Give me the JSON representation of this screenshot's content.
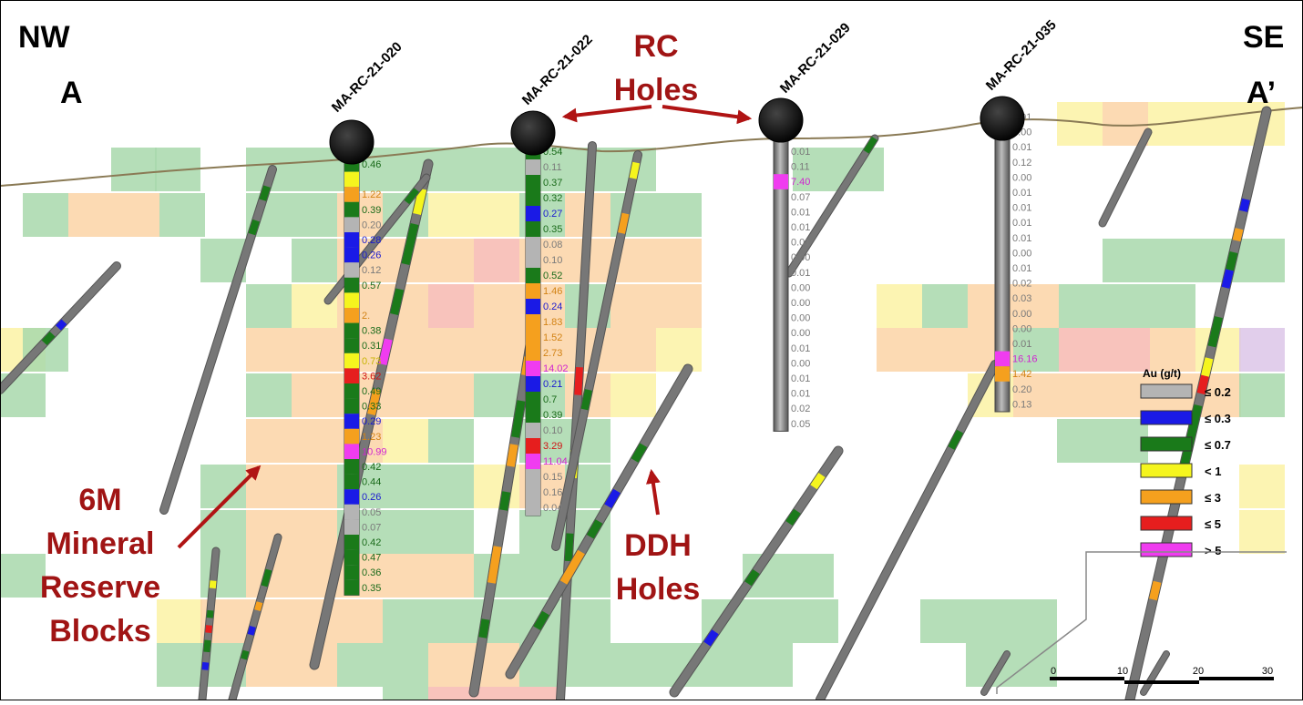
{
  "corners": {
    "nw": "NW",
    "a": "A",
    "se": "SE",
    "a_prime": "A’"
  },
  "annotations": {
    "rc_line1": "RC",
    "rc_line2": "Holes",
    "ddh_line1": "DDH",
    "ddh_line2": "Holes",
    "blocks_lines": [
      "6M",
      "Mineral",
      "Reserve",
      "Blocks"
    ]
  },
  "rc_holes": [
    {
      "id": "MA-RC-21-020",
      "assays": [
        "0.46",
        "",
        "1.22",
        "0.39",
        "0.20",
        "0.28",
        "0.26",
        "0.12",
        "0.57",
        "",
        "2.",
        "0.38",
        "0.31",
        "0.73",
        "3.62",
        "0.49",
        "0.33",
        "0.29",
        "1.23",
        "10.99",
        "0.42",
        "0.44",
        "0.26",
        "0.05",
        "0.07",
        "0.42",
        "0.47",
        "0.36",
        "0.35"
      ]
    },
    {
      "id": "MA-RC-21-022",
      "assays": [
        "0.54",
        "0.11",
        "0.37",
        "0.32",
        "0.27",
        "0.35",
        "0.08",
        "0.10",
        "0.52",
        "1.46",
        "0.24",
        "1.83",
        "1.52",
        "2.73",
        "14.02",
        "0.21",
        "0.7",
        "0.39",
        "0.10",
        "3.29",
        "11.04",
        "0.15",
        "0.16",
        "0.04"
      ]
    },
    {
      "id": "MA-RC-21-029",
      "assays": [
        "0.01",
        "0.11",
        "7.40",
        "0.07",
        "0.01",
        "0.01",
        "0.01",
        "0.00",
        "0.01",
        "0.00",
        "0.00",
        "0.00",
        "0.00",
        "0.01",
        "0.00",
        "0.01",
        "0.01",
        "0.02",
        "0.05"
      ]
    },
    {
      "id": "MA-RC-21-035",
      "assays": [
        "0.01",
        "0.00",
        "0.01",
        "0.12",
        "0.00",
        "0.01",
        "0.01",
        "0.01",
        "0.01",
        "0.00",
        "0.01",
        "0.02",
        "0.03",
        "0.00",
        "0.00",
        "0.01",
        "16.16",
        "1.42",
        "0.20",
        "0.13"
      ]
    }
  ],
  "legend": {
    "title": "Au (g/t)",
    "items": [
      {
        "label": "≤ 0.2",
        "color": "#b4b4b4"
      },
      {
        "label": "≤ 0.3",
        "color": "#1a1ae6"
      },
      {
        "label": "≤ 0.7",
        "color": "#1a7a1a"
      },
      {
        "label": "< 1",
        "color": "#f5f51e"
      },
      {
        "label": "≤ 3",
        "color": "#f5a01e"
      },
      {
        "label": "≤ 5",
        "color": "#e61e1e"
      },
      {
        "label": "> 5",
        "color": "#f03cf0"
      }
    ]
  },
  "scale_bar": {
    "ticks": [
      "0",
      "10",
      "20",
      "30"
    ]
  },
  "colors": {
    "label_red": "#a01414",
    "arrow_red": "#b01414",
    "block_green": "#a8d8ac",
    "block_orange": "#fbd3a6",
    "block_yellow": "#fbf2a4",
    "block_pink": "#f7b8b0",
    "topo_line": "#8a7a55",
    "hole_grey": "#777777"
  }
}
